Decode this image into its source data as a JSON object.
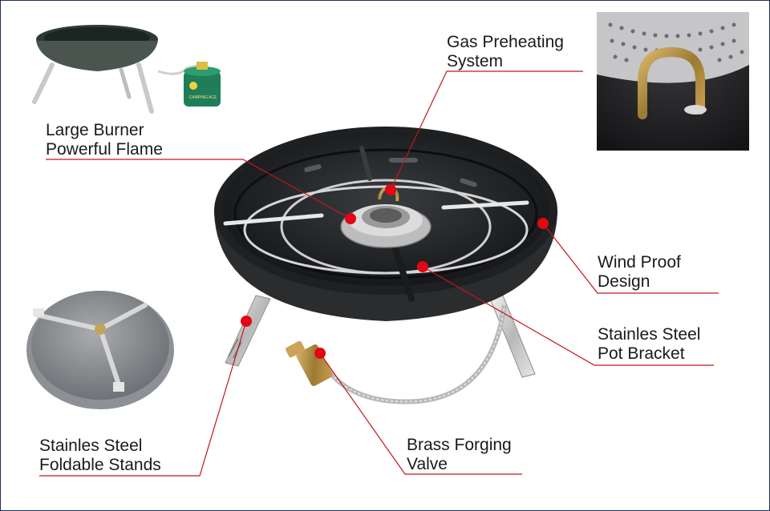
{
  "colors": {
    "leader": "#c4161c",
    "dot": "#e30613",
    "border": "#1f2f55",
    "text": "#1a1a1a"
  },
  "callouts": {
    "gas_preheating": {
      "line1": "Gas Preheating",
      "line2": "System"
    },
    "large_burner": {
      "line1": "Large Burner",
      "line2": "Powerful Flame"
    },
    "wind_proof": {
      "line1": "Wind Proof",
      "line2": "Design"
    },
    "pot_bracket": {
      "line1": "Stainles Steel",
      "line2": "Pot Bracket"
    },
    "foldable_stands": {
      "line1": "Stainles Steel",
      "line2": "Foldable Stands"
    },
    "brass_valve": {
      "line1": "Brass Forging",
      "line2": "Valve"
    }
  },
  "inset_cartridge_text": "CAMPING ACE"
}
